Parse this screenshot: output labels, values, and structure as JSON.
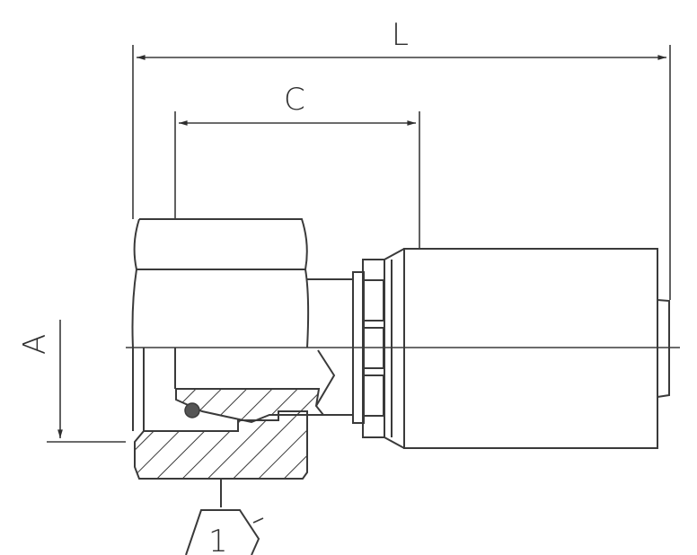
{
  "diagram": {
    "type": "technical-drawing",
    "subject": "hose fitting cross-section with dimension callouts",
    "dimensions": {
      "L": "L",
      "C": "C",
      "A": "A"
    },
    "callout": {
      "hex_marker": "1"
    },
    "colors": {
      "line": "#3a3a3a",
      "background": "#ffffff"
    }
  }
}
